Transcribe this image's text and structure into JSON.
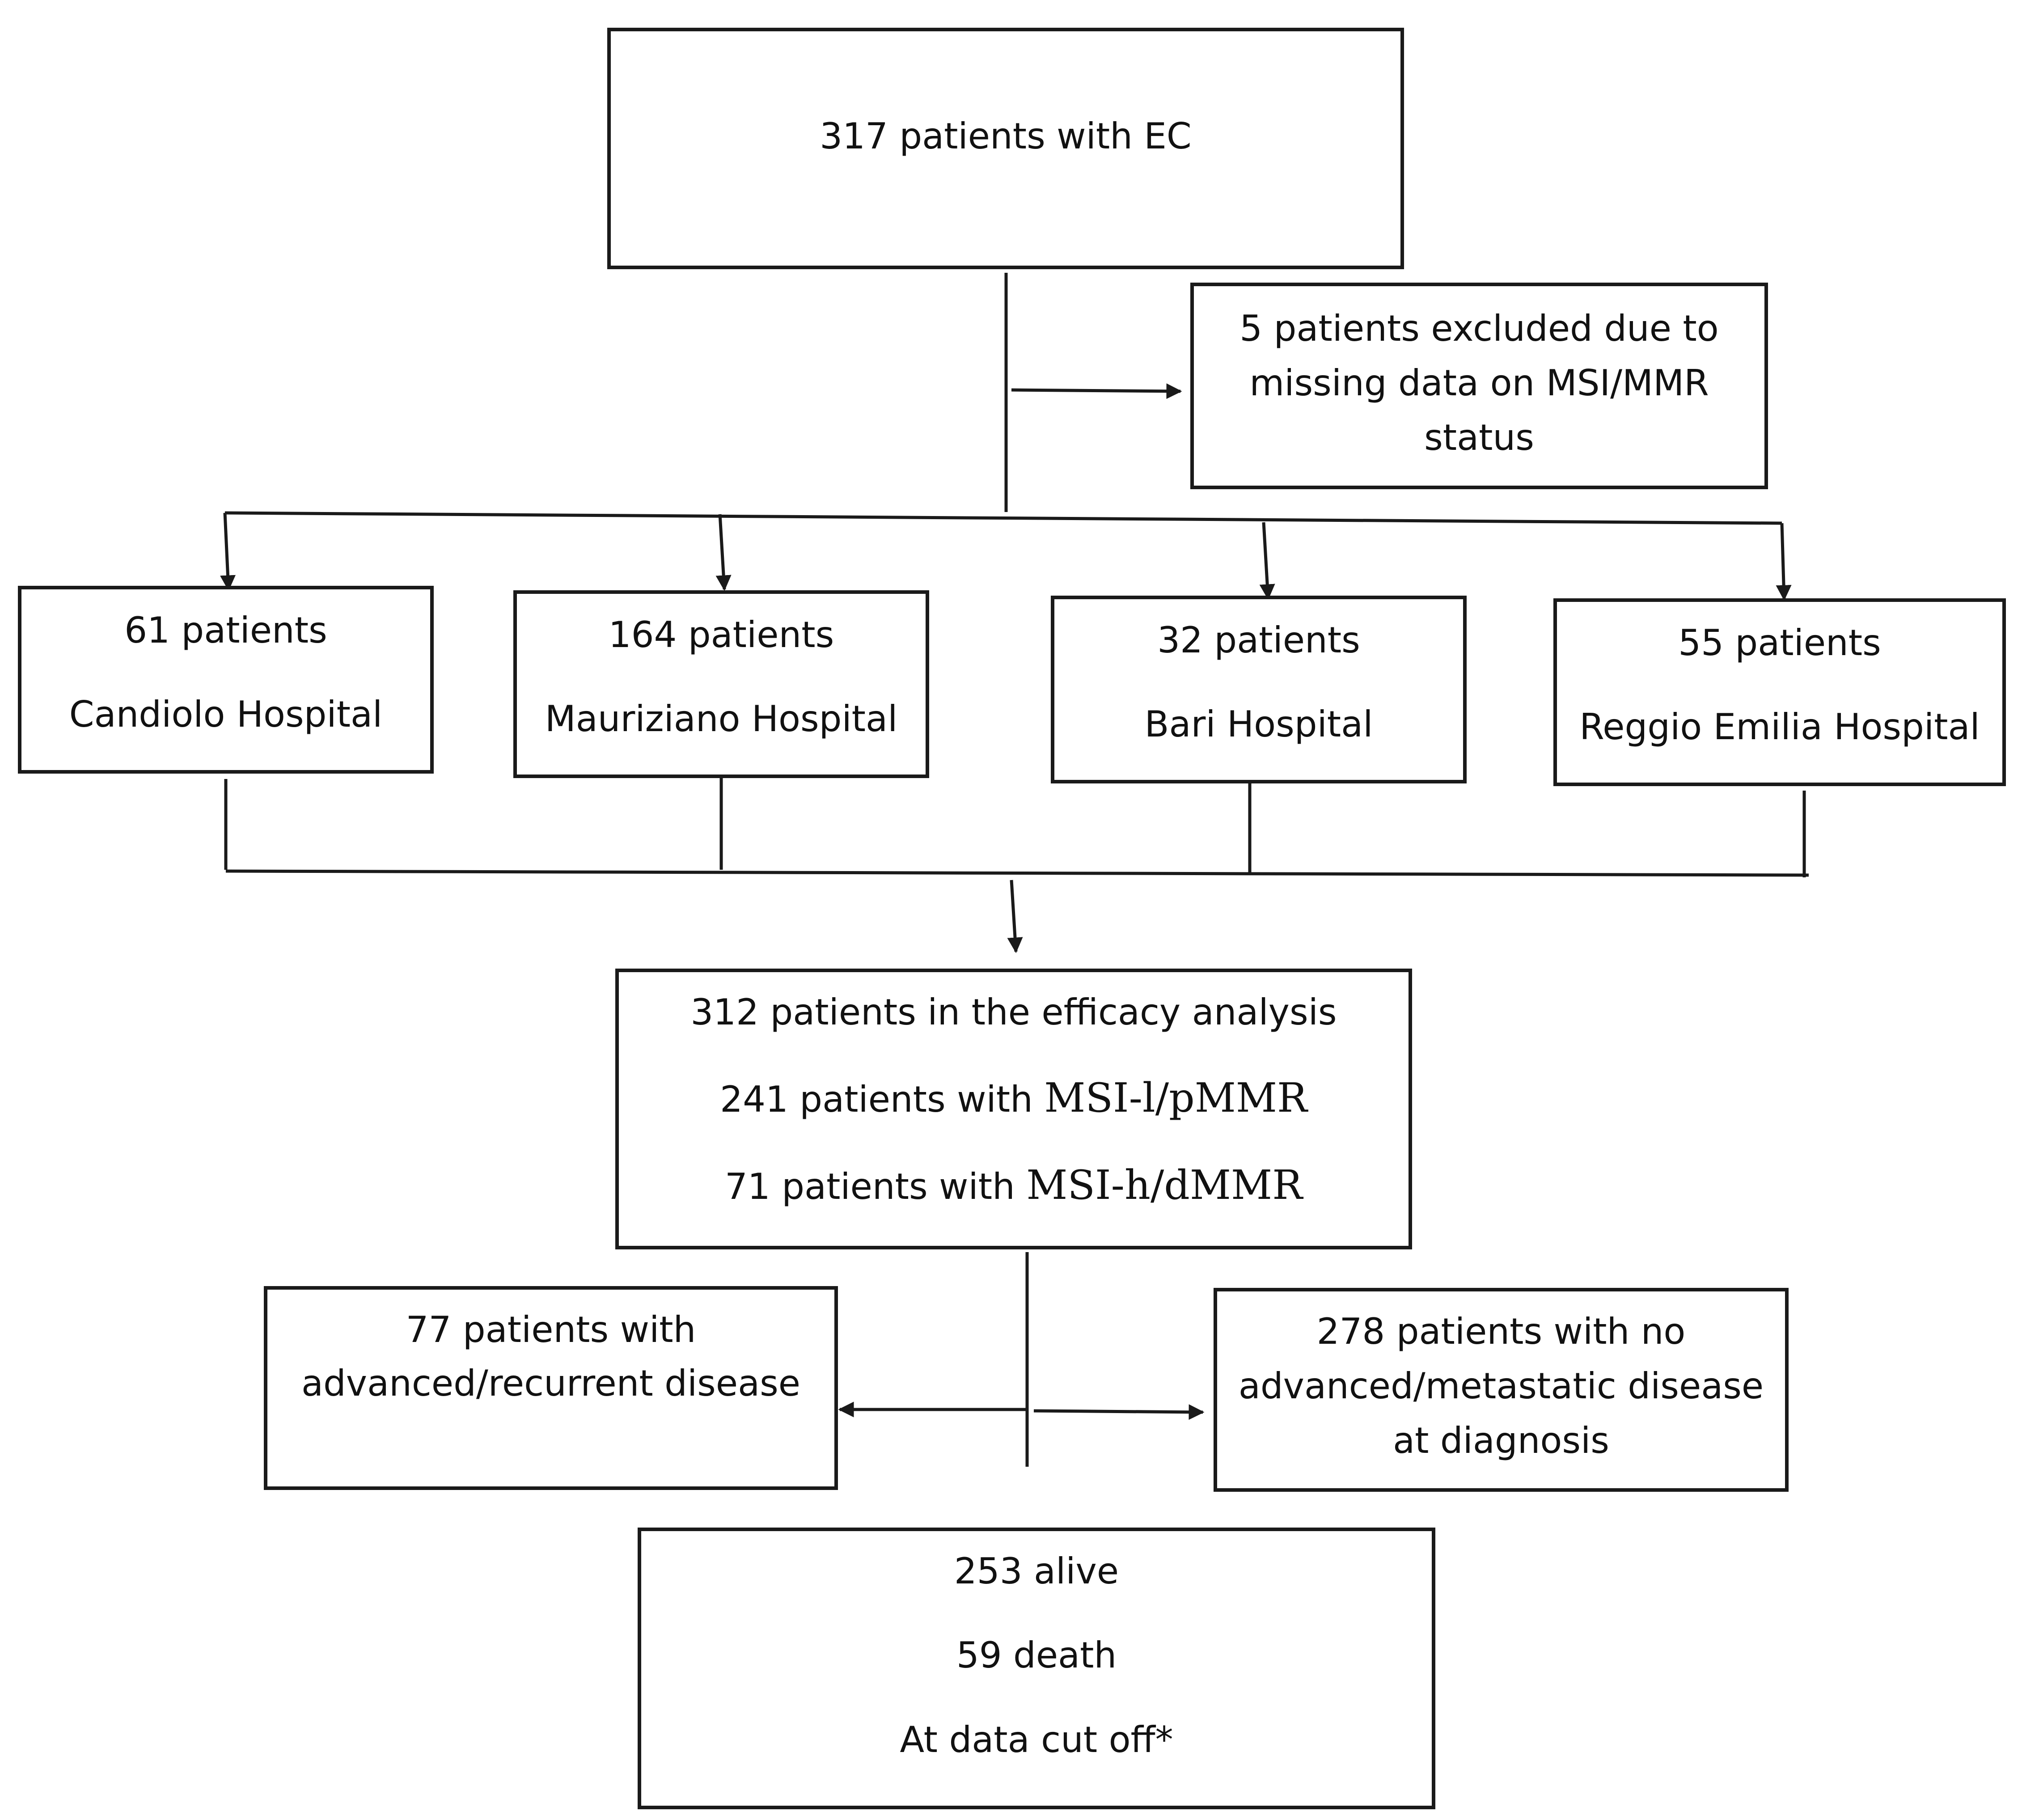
{
  "boxes": {
    "total": {
      "line1": "317 patients with EC"
    },
    "excluded": {
      "line1": "5 patients excluded due to",
      "line2": "missing data on MSI/MMR",
      "line3": "status"
    },
    "candiolo": {
      "count": "61 patients",
      "name": "Candiolo Hospital"
    },
    "mauriziano": {
      "count": "164 patients",
      "name": "Mauriziano Hospital"
    },
    "bari": {
      "count": "32 patients",
      "name": "Bari Hospital"
    },
    "reggio": {
      "count": "55 patients",
      "name": "Reggio Emilia Hospital"
    },
    "efficacy": {
      "line1": "312 patients in the efficacy analysis",
      "line2_prefix": "241 patients with ",
      "line2_term": "MSI-l/pMMR",
      "line3_prefix": "71 patients with ",
      "line3_term": "MSI-h/dMMR"
    },
    "advanced": {
      "line1": "77 patients with",
      "line2": "advanced/recurrent disease"
    },
    "no_advanced": {
      "line1": "278 patients with no",
      "line2": "advanced/metastatic disease",
      "line3": "at diagnosis"
    },
    "outcome": {
      "line1": "253 alive",
      "line2": "59 death",
      "line3": "At data cut off*"
    }
  }
}
